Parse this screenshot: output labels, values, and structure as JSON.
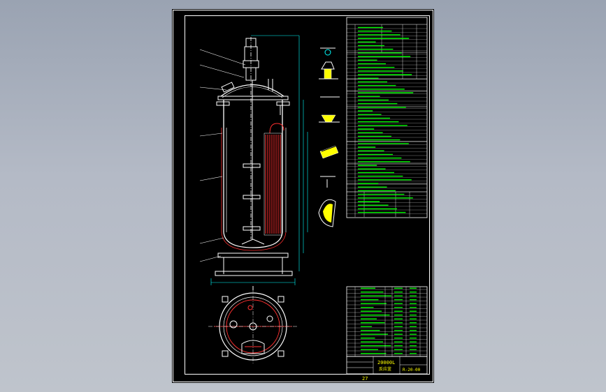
{
  "sheet": {
    "background": "#000000",
    "frame_color": "#ffffff",
    "title_block_color": "#00ff00",
    "vessel_color": "#ffffff",
    "coil_color": "#ff3030",
    "dimension_color": "#00ffff"
  },
  "title_block": {
    "main_title": "20000L",
    "sub_title": "反应釜",
    "drawing_number": "R-20-00",
    "page_number": "27"
  }
}
